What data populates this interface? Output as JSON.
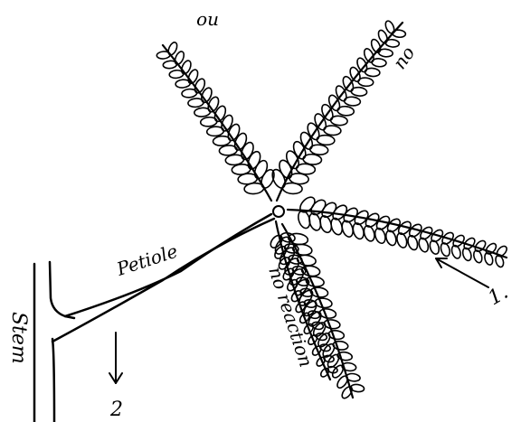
{
  "labels": {
    "stem": "Stem",
    "petiole": "Petiole",
    "no_top": "no",
    "no_upper_right": "no",
    "no_reaction": "no reaction",
    "arrow_1": "1.",
    "arrow_2": "2"
  },
  "colors": {
    "ink": "#000000",
    "paper": "#ffffff"
  }
}
